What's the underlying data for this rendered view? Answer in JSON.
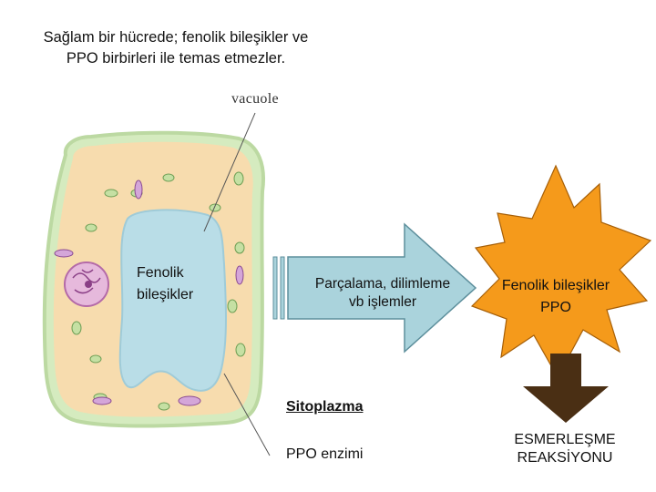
{
  "title_lines": [
    "Sağlam bir hücrede; fenolik bileşikler ve",
    "PPO birbirleri ile temas etmezler."
  ],
  "labels": {
    "vacuole": "vacuole",
    "phenolics_lines": [
      "Fenolik",
      "bileşikler"
    ],
    "process_lines": [
      "Parçalama, dilimleme",
      "vb işlemler"
    ],
    "star_lines": [
      "Fenolik bileşikler",
      "PPO"
    ],
    "cytoplasm": "Sitoplazma",
    "ppo_enzyme": "PPO enzimi",
    "browning_lines": [
      "ESMERLEŞME",
      "REAKSİYONU"
    ]
  },
  "colors": {
    "cell_fill": "#f7dcae",
    "cell_wall": "#cfe6b8",
    "vacuole_fill": "#b9dde7",
    "arrow_fill": "#aad3dc",
    "star_fill": "#f59a1b",
    "down_arrow": "#4a2f14"
  }
}
